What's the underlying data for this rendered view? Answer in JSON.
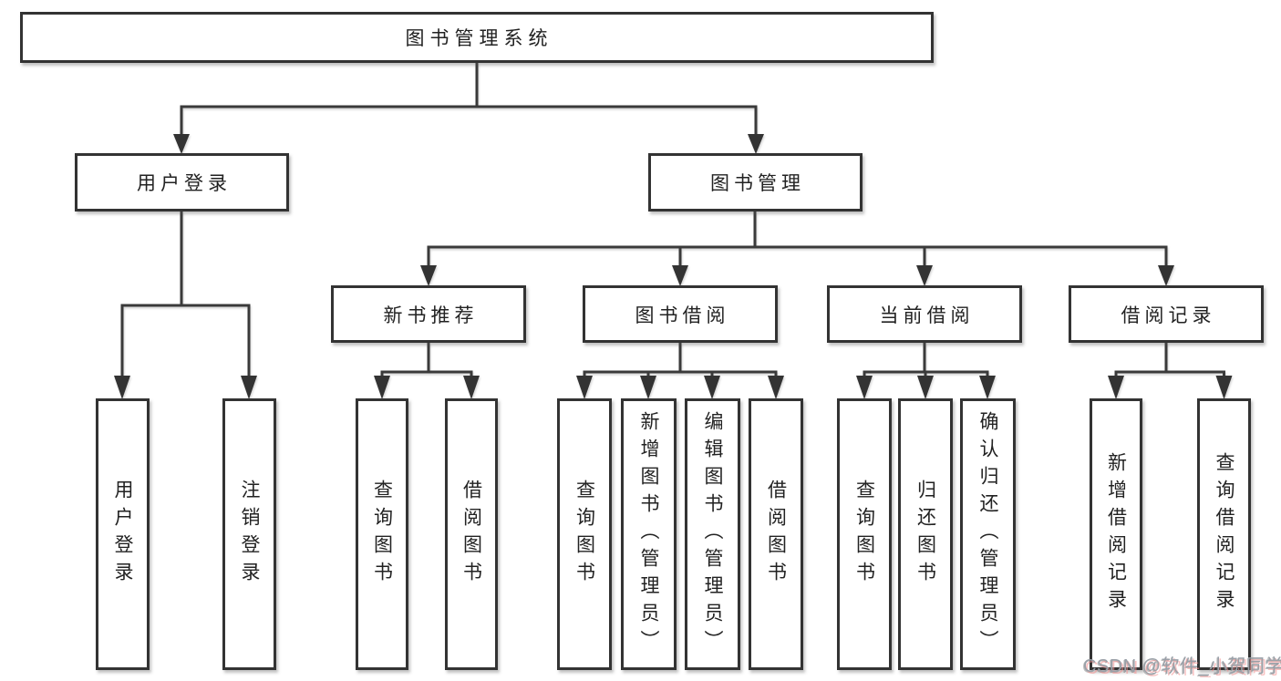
{
  "tree": {
    "root": {
      "label": "图书管理系统"
    },
    "user_branch": {
      "label": "用户登录",
      "children": [
        {
          "label": "用户登录"
        },
        {
          "label": "注销登录"
        }
      ]
    },
    "book_branch": {
      "label": "图书管理",
      "groups": [
        {
          "label": "新书推荐",
          "children": [
            {
              "label": "查询图书"
            },
            {
              "label": "借阅图书"
            }
          ]
        },
        {
          "label": "图书借阅",
          "children": [
            {
              "label": "查询图书"
            },
            {
              "label": "新增图书（管理员）"
            },
            {
              "label": "编辑图书（管理员）"
            },
            {
              "label": "借阅图书"
            }
          ]
        },
        {
          "label": "当前借阅",
          "children": [
            {
              "label": "查询图书"
            },
            {
              "label": "归还图书"
            },
            {
              "label": "确认归还（管理员）"
            }
          ]
        },
        {
          "label": "借阅记录",
          "children": [
            {
              "label": "新增借阅记录"
            },
            {
              "label": "查询借阅记录"
            }
          ]
        }
      ]
    }
  },
  "watermark": {
    "text": "CSDN @软件_小贺同学"
  },
  "colors": {
    "line": "#3a3a3a",
    "box_border": "#333333",
    "text": "#222222",
    "background": "#ffffff",
    "watermark_text": "#9aa0a8",
    "watermark_halo": "#f48f8f"
  }
}
